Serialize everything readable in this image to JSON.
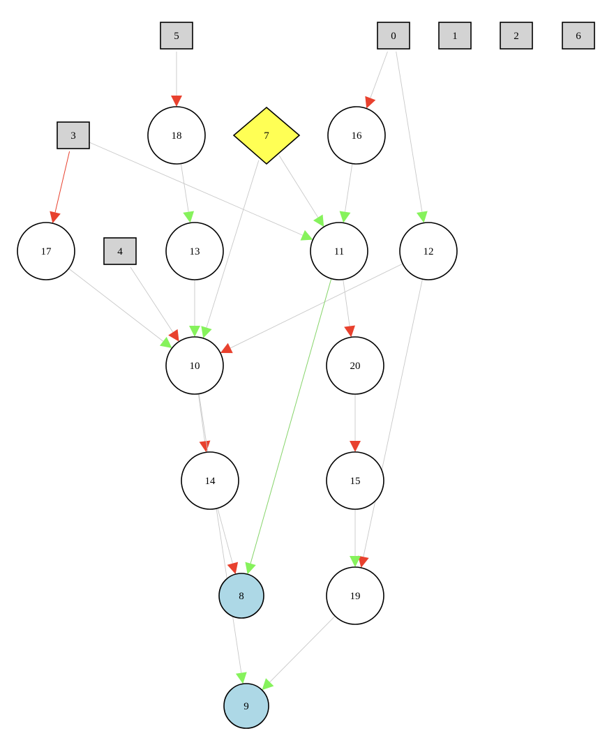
{
  "colors": {
    "input_fill": "#d3d3d3",
    "output_fill": "#add8e6",
    "hidden_fill": "#ffffff",
    "bias_fill": "#ffff55",
    "edge_default": "#c8c8c8",
    "edge_enabled_arrow": "#86f25c",
    "edge_disabled_arrow": "#e8412e",
    "edge_green_line": "#86d46a",
    "edge_red_line": "#e8412e"
  },
  "nodes": [
    {
      "id": "0",
      "label": "0",
      "kind": "input"
    },
    {
      "id": "1",
      "label": "1",
      "kind": "input"
    },
    {
      "id": "2",
      "label": "2",
      "kind": "input"
    },
    {
      "id": "6",
      "label": "6",
      "kind": "input"
    },
    {
      "id": "5",
      "label": "5",
      "kind": "input"
    },
    {
      "id": "3",
      "label": "3",
      "kind": "input"
    },
    {
      "id": "4",
      "label": "4",
      "kind": "input"
    },
    {
      "id": "7",
      "label": "7",
      "kind": "bias"
    },
    {
      "id": "18",
      "label": "18",
      "kind": "hidden"
    },
    {
      "id": "16",
      "label": "16",
      "kind": "hidden"
    },
    {
      "id": "17",
      "label": "17",
      "kind": "hidden"
    },
    {
      "id": "13",
      "label": "13",
      "kind": "hidden"
    },
    {
      "id": "11",
      "label": "11",
      "kind": "hidden"
    },
    {
      "id": "12",
      "label": "12",
      "kind": "hidden"
    },
    {
      "id": "10",
      "label": "10",
      "kind": "hidden"
    },
    {
      "id": "20",
      "label": "20",
      "kind": "hidden"
    },
    {
      "id": "14",
      "label": "14",
      "kind": "hidden"
    },
    {
      "id": "15",
      "label": "15",
      "kind": "hidden"
    },
    {
      "id": "8",
      "label": "8",
      "kind": "output"
    },
    {
      "id": "19",
      "label": "19",
      "kind": "hidden"
    },
    {
      "id": "9",
      "label": "9",
      "kind": "output"
    }
  ],
  "edges": [
    {
      "from": "5",
      "to": "18",
      "arrow": "red",
      "line": "gray"
    },
    {
      "from": "0",
      "to": "16",
      "arrow": "red",
      "line": "gray"
    },
    {
      "from": "0",
      "to": "12",
      "arrow": "green",
      "line": "gray"
    },
    {
      "from": "3",
      "to": "17",
      "arrow": "red",
      "line": "red"
    },
    {
      "from": "3",
      "to": "11",
      "arrow": "green",
      "line": "gray"
    },
    {
      "from": "18",
      "to": "13",
      "arrow": "green",
      "line": "gray"
    },
    {
      "from": "7",
      "to": "11",
      "arrow": "green",
      "line": "gray"
    },
    {
      "from": "7",
      "to": "10",
      "arrow": "green",
      "line": "gray"
    },
    {
      "from": "16",
      "to": "11",
      "arrow": "green",
      "line": "gray"
    },
    {
      "from": "17",
      "to": "10",
      "arrow": "green",
      "line": "gray"
    },
    {
      "from": "4",
      "to": "10",
      "arrow": "red",
      "line": "gray"
    },
    {
      "from": "13",
      "to": "10",
      "arrow": "green",
      "line": "gray"
    },
    {
      "from": "12",
      "to": "10",
      "arrow": "red",
      "line": "gray"
    },
    {
      "from": "11",
      "to": "20",
      "arrow": "red",
      "line": "gray"
    },
    {
      "from": "11",
      "to": "8",
      "arrow": "green",
      "line": "green"
    },
    {
      "from": "12",
      "to": "19",
      "arrow": "red",
      "line": "gray"
    },
    {
      "from": "10",
      "to": "14",
      "arrow": "red",
      "line": "gray"
    },
    {
      "from": "10",
      "to": "9",
      "arrow": "green",
      "line": "gray"
    },
    {
      "from": "20",
      "to": "15",
      "arrow": "red",
      "line": "gray"
    },
    {
      "from": "14",
      "to": "8",
      "arrow": "red",
      "line": "gray"
    },
    {
      "from": "15",
      "to": "19",
      "arrow": "green",
      "line": "gray"
    },
    {
      "from": "19",
      "to": "9",
      "arrow": "green",
      "line": "gray"
    }
  ]
}
